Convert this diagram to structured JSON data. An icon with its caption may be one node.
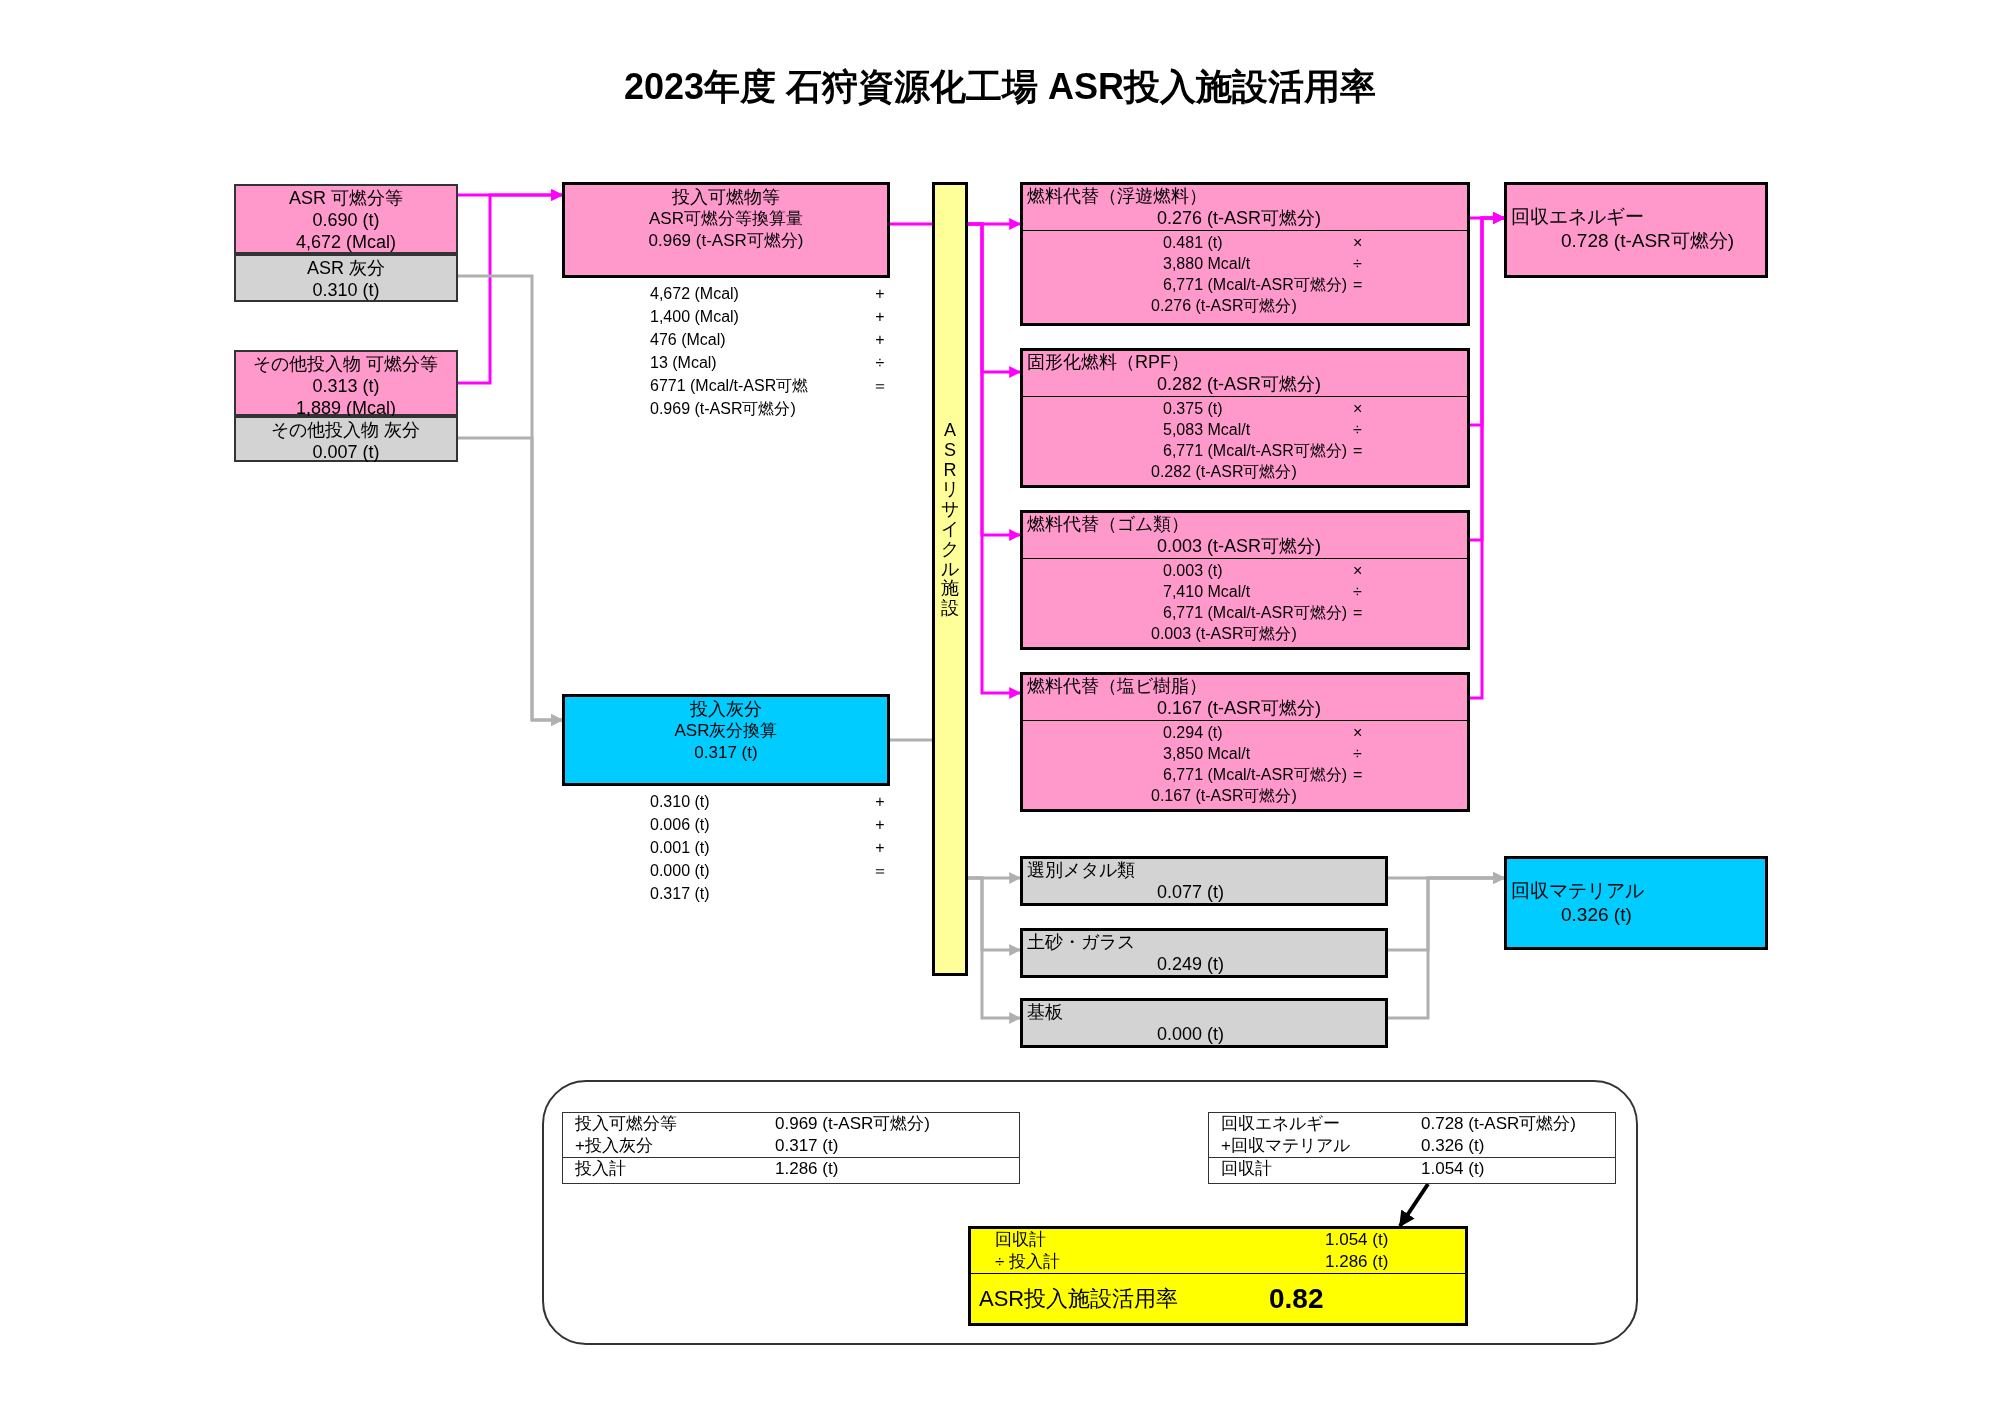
{
  "diagram": {
    "title": "2023年度 石狩資源化工場 ASR投入施設活用率",
    "nodes": [
      {
        "text": [
          "ASR 可燃分等",
          "0.690 (t)",
          "4,672 (Mcal)"
        ]
      },
      {
        "text": [
          "ASR 灰分",
          "0.310 (t)"
        ]
      },
      {
        "text": [
          "その他投入物 可燃分等",
          "0.313 (t)",
          "1,889 (Mcal)"
        ]
      },
      {
        "text": [
          "その他投入物 灰分",
          "0.007 (t)"
        ]
      },
      {
        "text": [
          "投入可燃物等",
          "ASR可燃分等換算量",
          "0.969 (t-ASR可燃分)"
        ],
        "beside": [
          "4,672 (Mcal)",
          "+",
          "1,400 (Mcal)",
          "+",
          "476 (Mcal)",
          "+",
          "13 (Mcal)",
          "÷",
          "6771 (Mcal/t-ASR可燃",
          "＝",
          "0.969 (t-ASR可燃分)"
        ]
      },
      {
        "text": [
          "ASRリサイクル施設"
        ]
      },
      {
        "text": [
          "投入灰分",
          "ASR灰分換算",
          "0.317 (t)"
        ],
        "beside": [
          "0.310 (t)",
          "+",
          "0.006 (t)",
          "+",
          "0.001 (t)",
          "+",
          "0.000 (t)",
          "＝",
          "0.317 (t)"
        ]
      },
      {
        "text": [
          "燃料代替（浮遊燃料）",
          "0.276 (t-ASR可燃分)",
          "0.481 (t)",
          "×",
          "3,880 Mcal/t",
          "÷",
          "6,771 (Mcal/t-ASR可燃分)",
          "=",
          "0.276 (t-ASR可燃分)"
        ]
      },
      {
        "text": [
          "固形化燃料（RPF）",
          "0.282 (t-ASR可燃分)",
          "0.375 (t)",
          "×",
          "5,083 Mcal/t",
          "÷",
          "6,771 (Mcal/t-ASR可燃分)",
          "=",
          "0.282 (t-ASR可燃分)"
        ]
      },
      {
        "text": [
          "燃料代替（ゴム類）",
          "0.003 (t-ASR可燃分)",
          "0.003 (t)",
          "×",
          "7,410 Mcal/t",
          "÷",
          "6,771 (Mcal/t-ASR可燃分)",
          "=",
          "0.003 (t-ASR可燃分)"
        ]
      },
      {
        "text": [
          "燃料代替（塩ビ樹脂）",
          "0.167 (t-ASR可燃分)",
          "0.294 (t)",
          "×",
          "3,850 Mcal/t",
          "÷",
          "6,771 (Mcal/t-ASR可燃分)",
          "=",
          "0.167 (t-ASR可燃分)"
        ]
      },
      {
        "text": [
          "回収エネルギー",
          "0.728 (t-ASR可燃分)"
        ]
      },
      {
        "text": [
          "選別メタル類",
          "0.077 (t)"
        ]
      },
      {
        "text": [
          "土砂・ガラス",
          "0.249 (t)"
        ]
      },
      {
        "text": [
          "基板",
          "0.000 (t)"
        ]
      },
      {
        "text": [
          "回収マテリアル",
          "0.326 (t)"
        ]
      },
      {
        "text": [],
        "shape": "box"
      },
      {
        "text": [
          "投入可燃分等",
          "0.969 (t-ASR可燃分)",
          "+投入灰分",
          "0.317 (t)",
          "投入計",
          "1.286 (t)"
        ],
        "in": 16
      },
      {
        "text": [
          "回収エネルギー",
          "0.728 (t-ASR可燃分)",
          "+回収マテリアル",
          "0.326 (t)",
          "回収計",
          "1.054 (t)"
        ],
        "in": 16
      },
      {
        "text": [
          "回収計",
          "1.054 (t)",
          "÷ 投入計",
          "1.286 (t)",
          "ASR投入施設活用率",
          "0.82"
        ],
        "in": 16
      }
    ],
    "edges": [
      {
        "from": 0,
        "to": 4,
        "arrow": "to"
      },
      {
        "from": 2,
        "to": 4,
        "arrow": "to"
      },
      {
        "from": 1,
        "to": 6,
        "arrow": "to",
        "color": "#b0b0b0"
      },
      {
        "from": 3,
        "to": 6,
        "arrow": "to",
        "color": "#b0b0b0"
      },
      {
        "from": 4,
        "to": 5,
        "arrow": "none"
      },
      {
        "from": 6,
        "to": 5,
        "arrow": "none",
        "color": "#b0b0b0"
      },
      {
        "from": 5,
        "to": 7,
        "arrow": "to"
      },
      {
        "from": 5,
        "to": 8,
        "arrow": "to"
      },
      {
        "from": 5,
        "to": 9,
        "arrow": "to"
      },
      {
        "from": 5,
        "to": 10,
        "arrow": "to"
      },
      {
        "from": 7,
        "to": 11,
        "arrow": "to"
      },
      {
        "from": 8,
        "to": 11,
        "arrow": "to"
      },
      {
        "from": 9,
        "to": 11,
        "arrow": "to"
      },
      {
        "from": 10,
        "to": 11,
        "arrow": "to"
      },
      {
        "from": 5,
        "to": 12,
        "arrow": "to",
        "color": "#b0b0b0"
      },
      {
        "from": 5,
        "to": 13,
        "arrow": "to",
        "color": "#b0b0b0"
      },
      {
        "from": 5,
        "to": 14,
        "arrow": "to",
        "color": "#b0b0b0"
      },
      {
        "from": 12,
        "to": 15,
        "arrow": "to",
        "color": "#b0b0b0"
      },
      {
        "from": 13,
        "to": 15,
        "arrow": "to",
        "color": "#b0b0b0"
      },
      {
        "from": 14,
        "to": 15,
        "arrow": "to",
        "color": "#b0b0b0"
      },
      {
        "from": 18,
        "to": 19,
        "arrow": "to",
        "color": "#000000"
      }
    ]
  }
}
